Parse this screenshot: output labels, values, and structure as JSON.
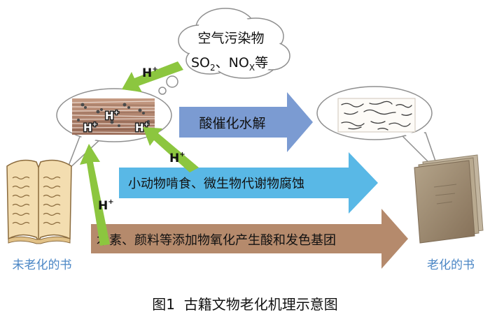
{
  "cloud": {
    "line1": "空气污染物",
    "so2_main": "SO",
    "so2_sub": "2",
    "separator": "、",
    "nox_main": "NO",
    "nox_sub": "X",
    "nox_suffix": "等"
  },
  "proton": {
    "base": "H",
    "charge": "+"
  },
  "arrows": {
    "acid_hydrolysis": "酸催化水解",
    "microbial": "小动物啃食、微生物代谢物腐蚀",
    "chemical": "木素、颜料等添加物氧化产生酸和发色基团"
  },
  "labels": {
    "unaged_book": "未老化的书",
    "aged_book": "老化的书"
  },
  "caption": "图1  古籍文物老化机理示意图",
  "colors": {
    "green_arrow": "#8cc63f",
    "blue_arrow": "#7b9bd2",
    "cyan_arrow": "#59b8e6",
    "brown_arrow": "#b58a6c",
    "label_blue": "#4a86c5"
  }
}
